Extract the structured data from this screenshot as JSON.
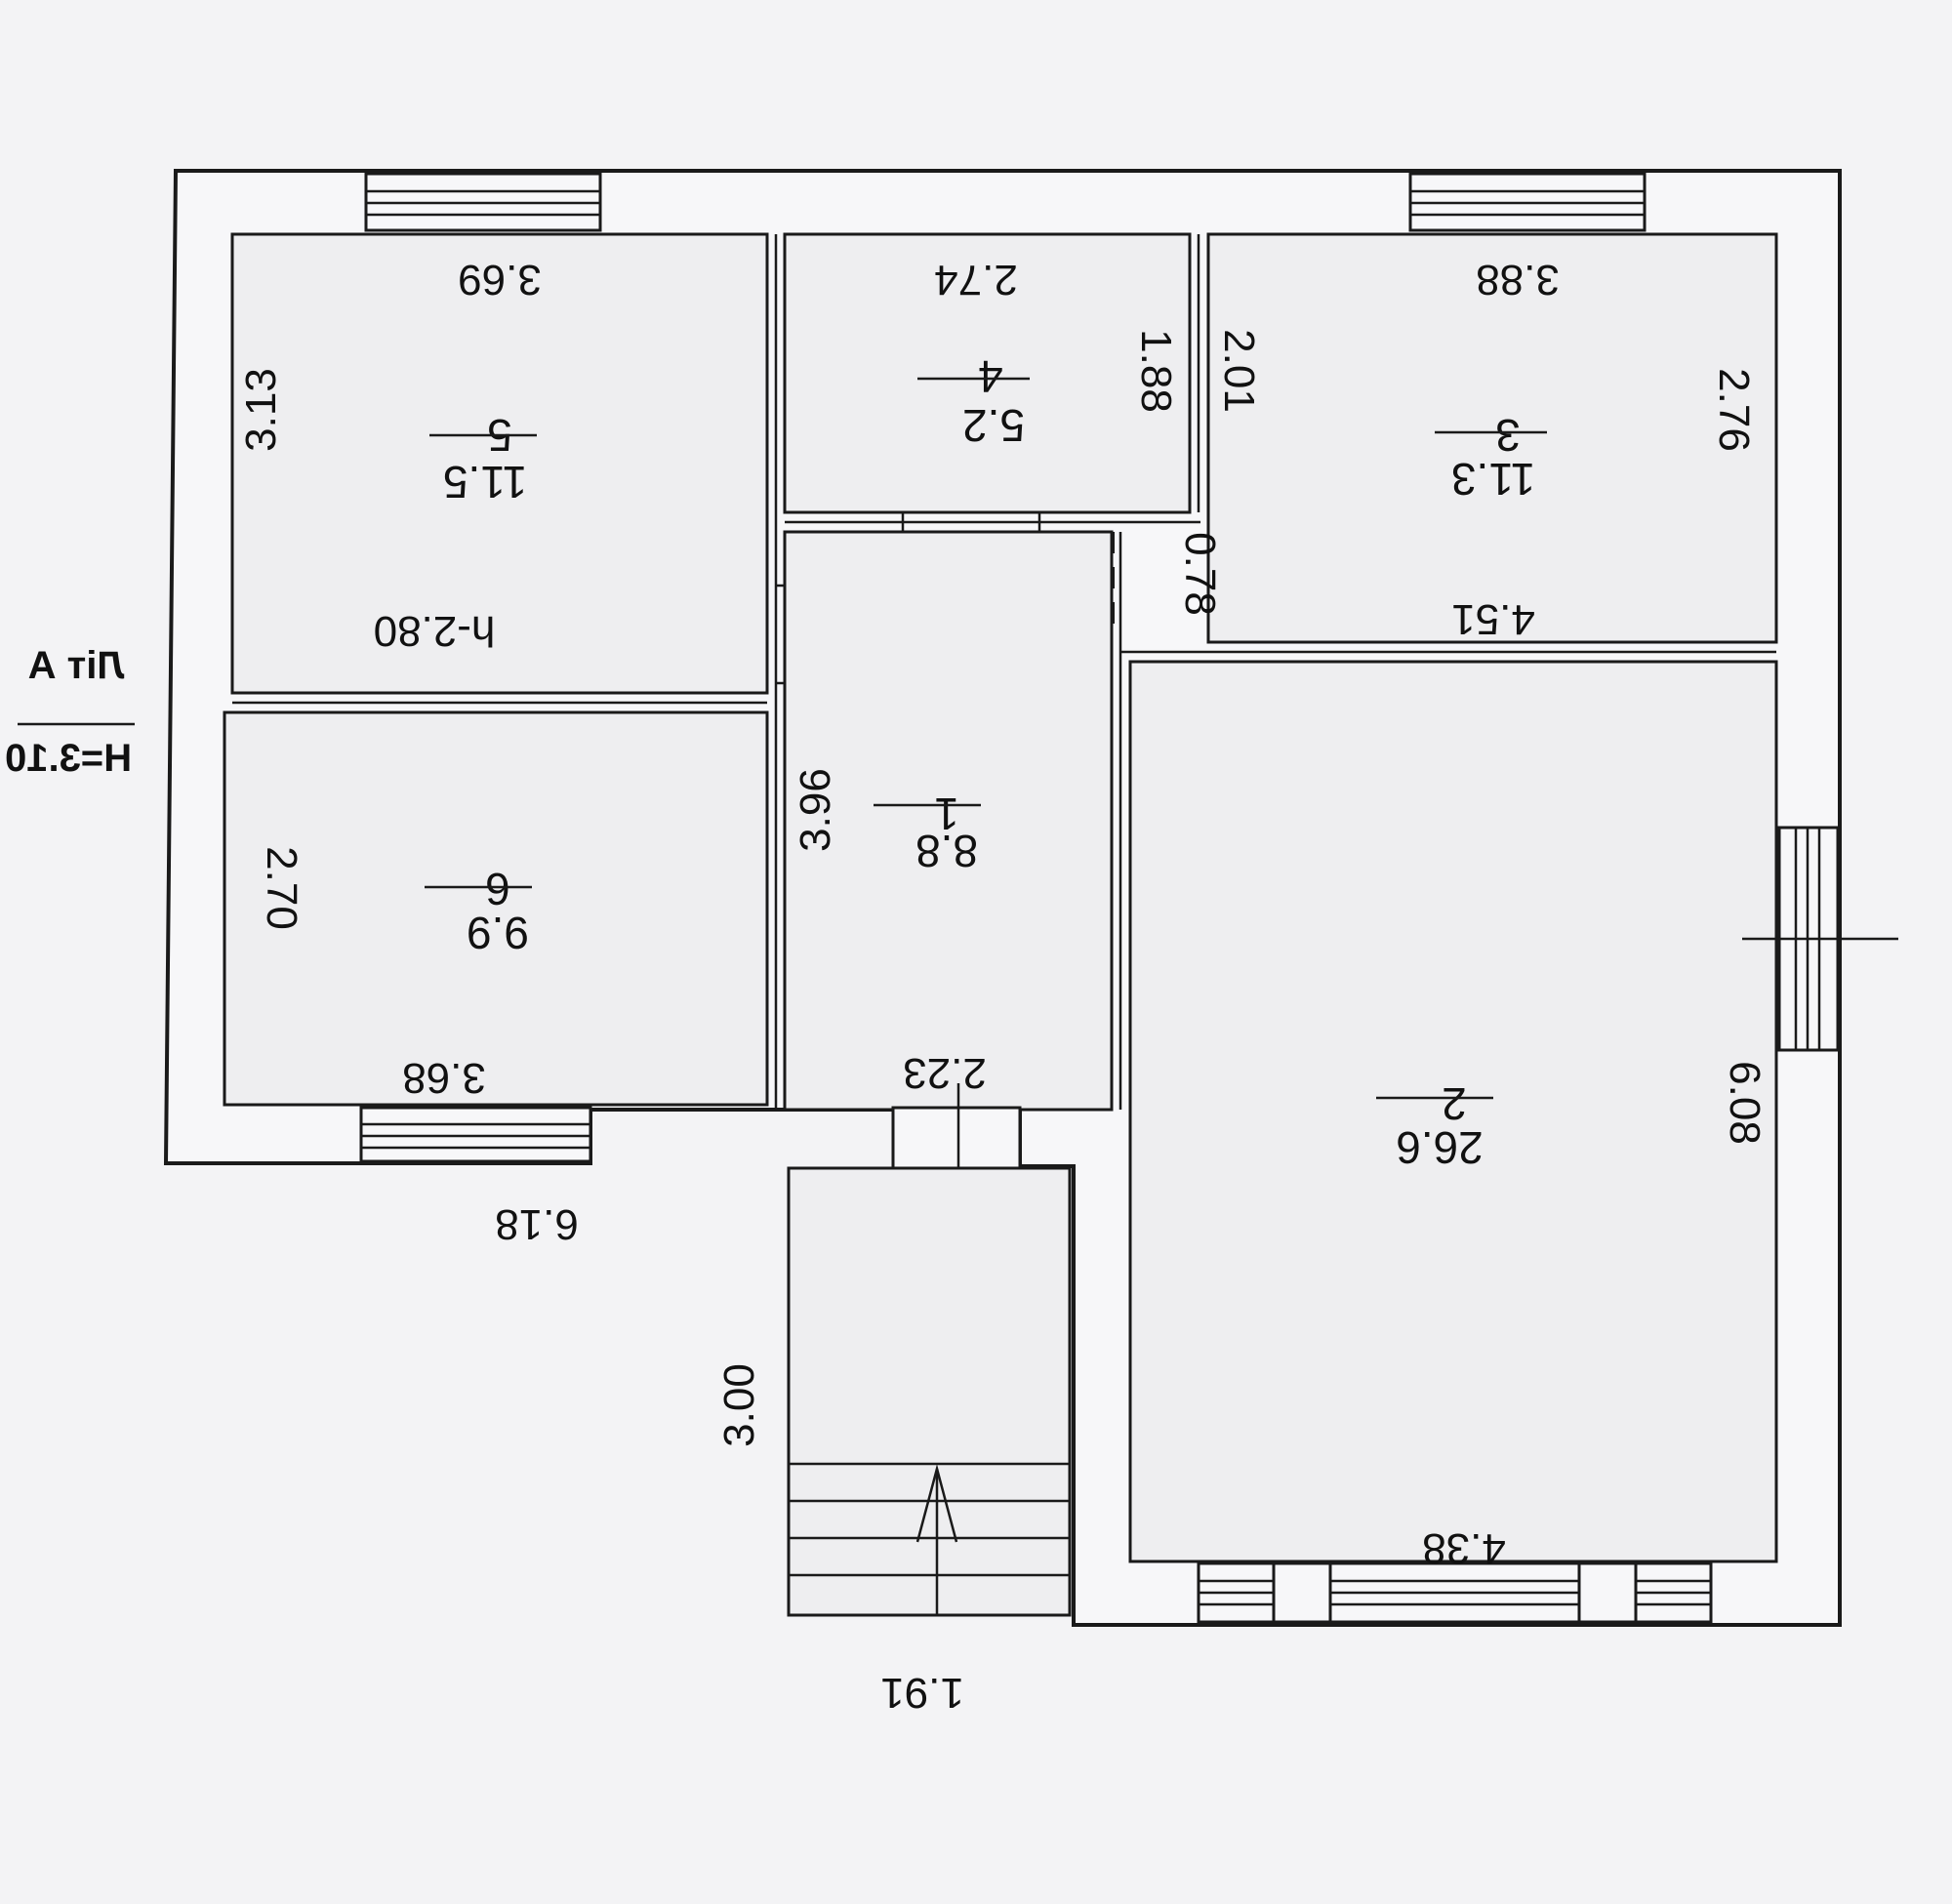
{
  "level": {
    "name": "Літ А",
    "height": "Н=3.10"
  },
  "rooms": [
    {
      "id": "1",
      "number": "1",
      "area": "8.8"
    },
    {
      "id": "2",
      "number": "2",
      "area": "26.6"
    },
    {
      "id": "3",
      "number": "3",
      "area": "11.3"
    },
    {
      "id": "4",
      "number": "4",
      "area": "5.2"
    },
    {
      "id": "5",
      "number": "5",
      "area": "11.5"
    },
    {
      "id": "6",
      "number": "6",
      "area": "9.9"
    }
  ],
  "dimensions": {
    "room5_width": "3.69",
    "room5_height": "3.13",
    "room5_ceiling": "h-2.80",
    "room4_width": "2.74",
    "room4_height": "1.88",
    "room4_right": "2.01",
    "room3_width": "3.88",
    "room3_height": "2.76",
    "room3_bottom": "4.51",
    "corridor_gap": "0.78",
    "room1_height": "3.96",
    "room1_width": "2.23",
    "room6_height": "2.70",
    "room6_width": "3.68",
    "outer_bottom": "6.18",
    "room2_height": "6.08",
    "room2_width": "4.38",
    "porch_height": "3.00",
    "porch_width": "1.91"
  }
}
